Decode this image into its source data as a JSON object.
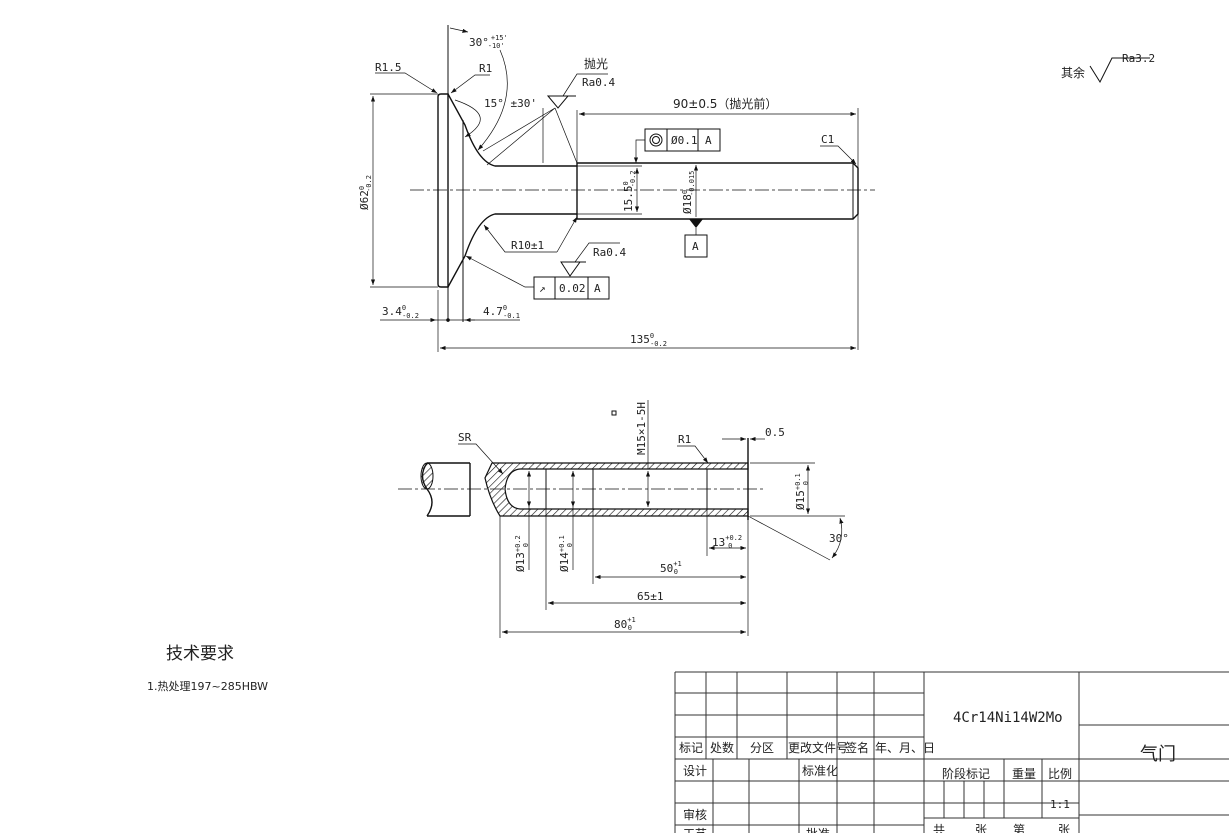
{
  "surface_note": {
    "label": "其余",
    "roughness": "Ra3.2"
  },
  "view_main": {
    "angle_30": "30°",
    "angle_30_upper": "+15'",
    "angle_30_lower": "-10'",
    "r15": "R1.5",
    "r1": "R1",
    "angle_15": "15° ±30'",
    "polish": "抛光",
    "ra_top": "Ra0.4",
    "len_90": "90±0.5（抛光前）",
    "c1": "C1",
    "concentricity": {
      "symbol": "◎",
      "value": "Ø0.1",
      "datum": "A"
    },
    "dia_155": "15.5",
    "dia_155_tol_upper": "0",
    "dia_155_tol_lower": "-0.2",
    "dia_18": "Ø18",
    "dia_18_tol_upper": "0",
    "dia_18_tol_lower": "-0.015",
    "datum_a": "A",
    "dia_62": "Ø62",
    "dia_62_tol_upper": "0",
    "dia_62_tol_lower": "-0.2",
    "r10": "R10±1",
    "ra_bottom": "Ra0.4",
    "runout": {
      "symbol": "↗",
      "value": "0.02",
      "datum": "A"
    },
    "len_34": "3.4",
    "len_34_tol_upper": "0",
    "len_34_tol_lower": "-0.2",
    "len_47": "4.7",
    "len_47_tol_upper": "0",
    "len_47_tol_lower": "-0.1",
    "len_135": "135",
    "len_135_tol_upper": "0",
    "len_135_tol_lower": "-0.2"
  },
  "view_section": {
    "thread": "M15×1-5H",
    "sr": "SR",
    "r1": "R1",
    "offset_05": "0.5",
    "dia_15": "Ø15",
    "dia_15_tol_upper": "+0.1",
    "dia_15_tol_lower": "0",
    "angle_30": "30°",
    "dia_13": "Ø13",
    "dia_13_tol_upper": "+0.2",
    "dia_13_tol_lower": "0",
    "dia_14": "Ø14",
    "dia_14_tol_upper": "+0.1",
    "dia_14_tol_lower": "0",
    "len_13": "13",
    "len_13_tol_upper": "+0.2",
    "len_13_tol_lower": "0",
    "len_50": "50",
    "len_50_tol_upper": "+1",
    "len_50_tol_lower": "0",
    "len_65": "65±1",
    "len_80": "80",
    "len_80_tol_upper": "+1",
    "len_80_tol_lower": "0"
  },
  "tech_requirements": {
    "title": "技术要求",
    "items": [
      "1.热处理197~285HBW"
    ]
  },
  "title_block": {
    "headers": [
      "标记",
      "处数",
      "分区",
      "更改文件号",
      "签名",
      "年、月、日"
    ],
    "design": "设计",
    "standardization": "标准化",
    "review": "审核",
    "process": "工艺",
    "approve": "批准",
    "material": "4Cr14Ni14W2Mo",
    "stage_mark": "阶段标记",
    "weight": "重量",
    "scale_label": "比例",
    "scale": "1:1",
    "total": "共",
    "sheets": "张",
    "page": "第",
    "sheet2": "张",
    "part_name": "气门"
  }
}
